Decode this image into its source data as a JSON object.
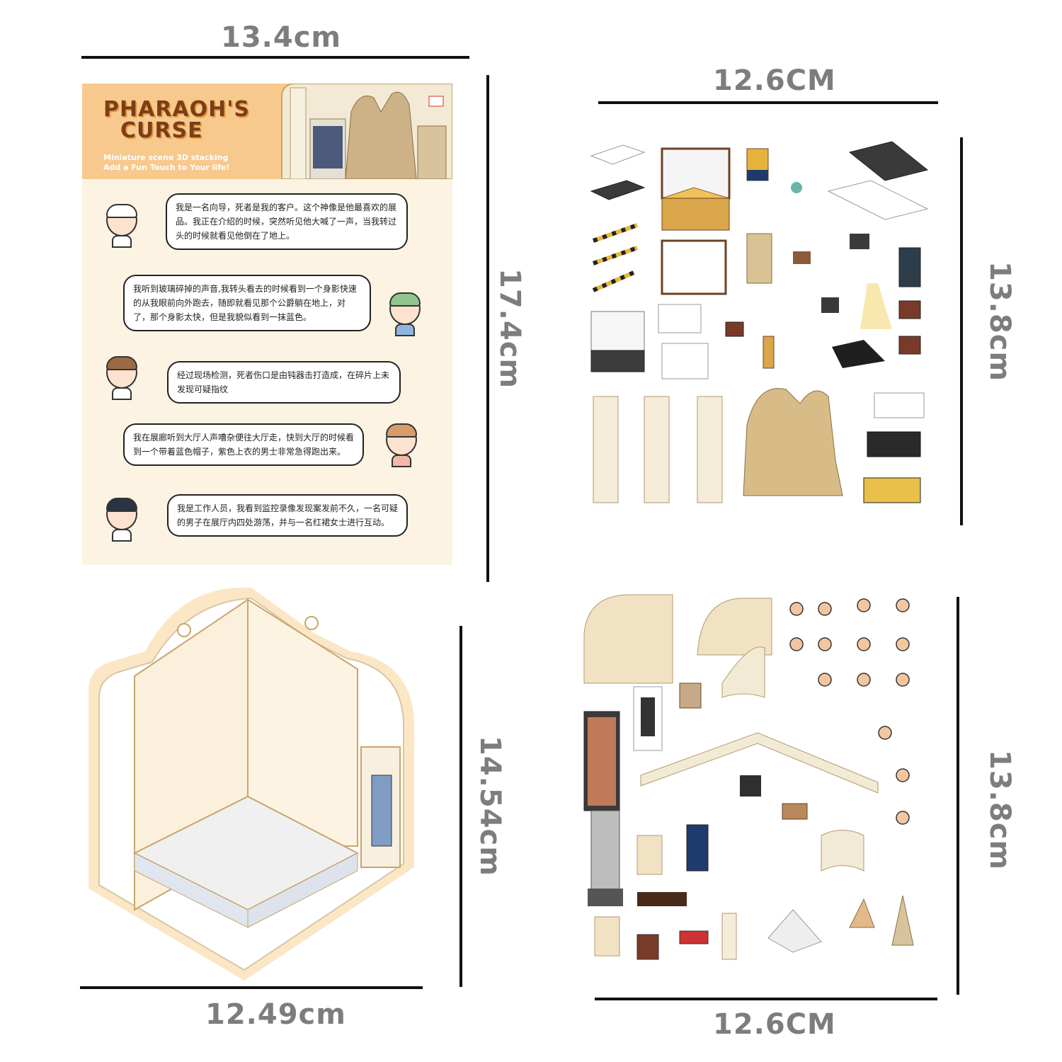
{
  "dimensions": {
    "p1_width": "13.4cm",
    "p1_height": "17.4cm",
    "p2_width": "12.6CM",
    "p2_height": "13.8cm",
    "p3_width": "12.49cm",
    "p3_height": "14.54cm",
    "p4_width": "12.6CM",
    "p4_height": "13.8cm"
  },
  "card": {
    "title_line1": "PHARAOH'S",
    "title_line2": "CURSE",
    "subtitle_line1": "Miniature scene   3D stacking",
    "subtitle_line2": "Add a Fun Touch to Your life!",
    "bubbles": [
      "我是一名向导，死者是我的客户。这个神像是他最喜欢的展品。我正在介绍的时候，突然听见他大喊了一声，当我转过头的时候就看见他倒在了地上。",
      "我听到玻璃碎掉的声音,我转头看去的时候看到一个身影快速的从我眼前向外跑去，随即就看见那个公爵躺在地上，对了，那个身影太快，但是我貌似看到一抹蓝色。",
      "经过现场检测，死者伤口是由钝器击打造成，在碎片上未发现可疑指纹",
      "我在展廊听到大厅人声嘈杂便往大厅走，快到大厅的时候看到一个带着蓝色帽子，紫色上衣的男士非常急得跑出来。",
      "我是工作人员，我看到监控录像发现案发前不久，一名可疑的男子在展厅内四处游荡，并与一名红裙女士进行互动。"
    ]
  },
  "colors": {
    "band": "#f8c98c",
    "card_bg": "#fdf3e3",
    "title": "#7a3f16",
    "dim_text": "#7d7d7d"
  }
}
